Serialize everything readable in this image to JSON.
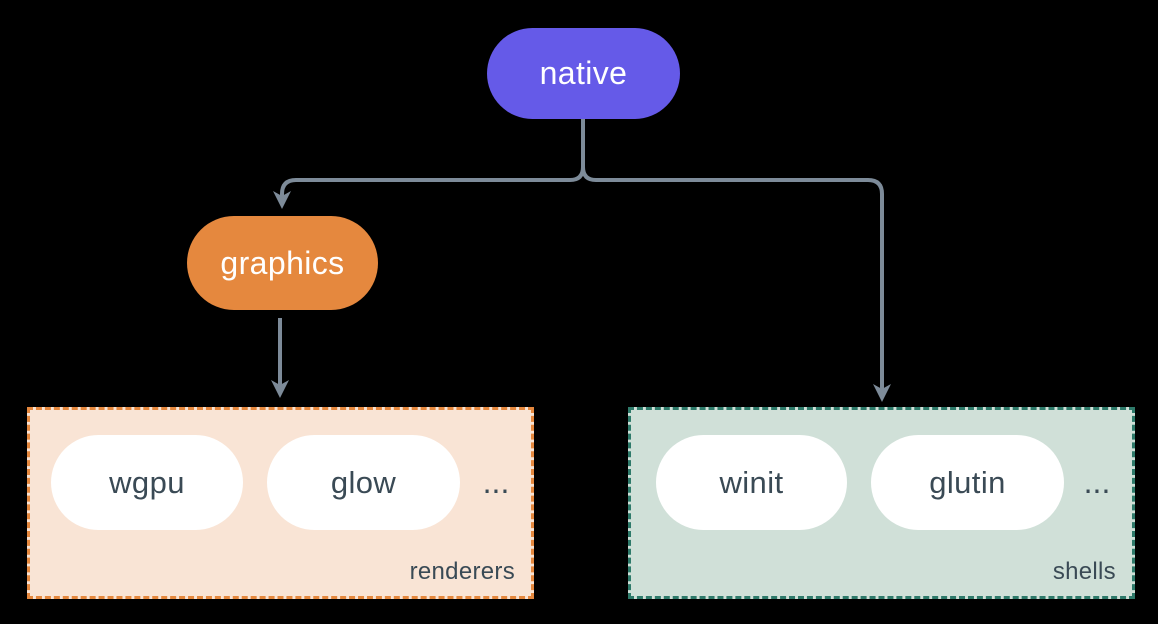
{
  "diagram": {
    "background": "#000000",
    "connector_color": "#7d8b99",
    "text_dark": "#3a4a55",
    "item_fill": "#ffffff",
    "nodes": {
      "native": {
        "label": "native",
        "fill": "#655ae8",
        "text": "#ffffff"
      },
      "graphics": {
        "label": "graphics",
        "fill": "#e5883e",
        "text": "#ffffff"
      }
    },
    "groups": [
      {
        "label": "renderers",
        "fill": "#f9e4d5",
        "border": "#e5883e",
        "items": [
          "wgpu",
          "glow"
        ],
        "more": "..."
      },
      {
        "label": "shells",
        "fill": "#d0e0d8",
        "border": "#2e7a6a",
        "items": [
          "winit",
          "glutin"
        ],
        "more": "..."
      }
    ]
  }
}
